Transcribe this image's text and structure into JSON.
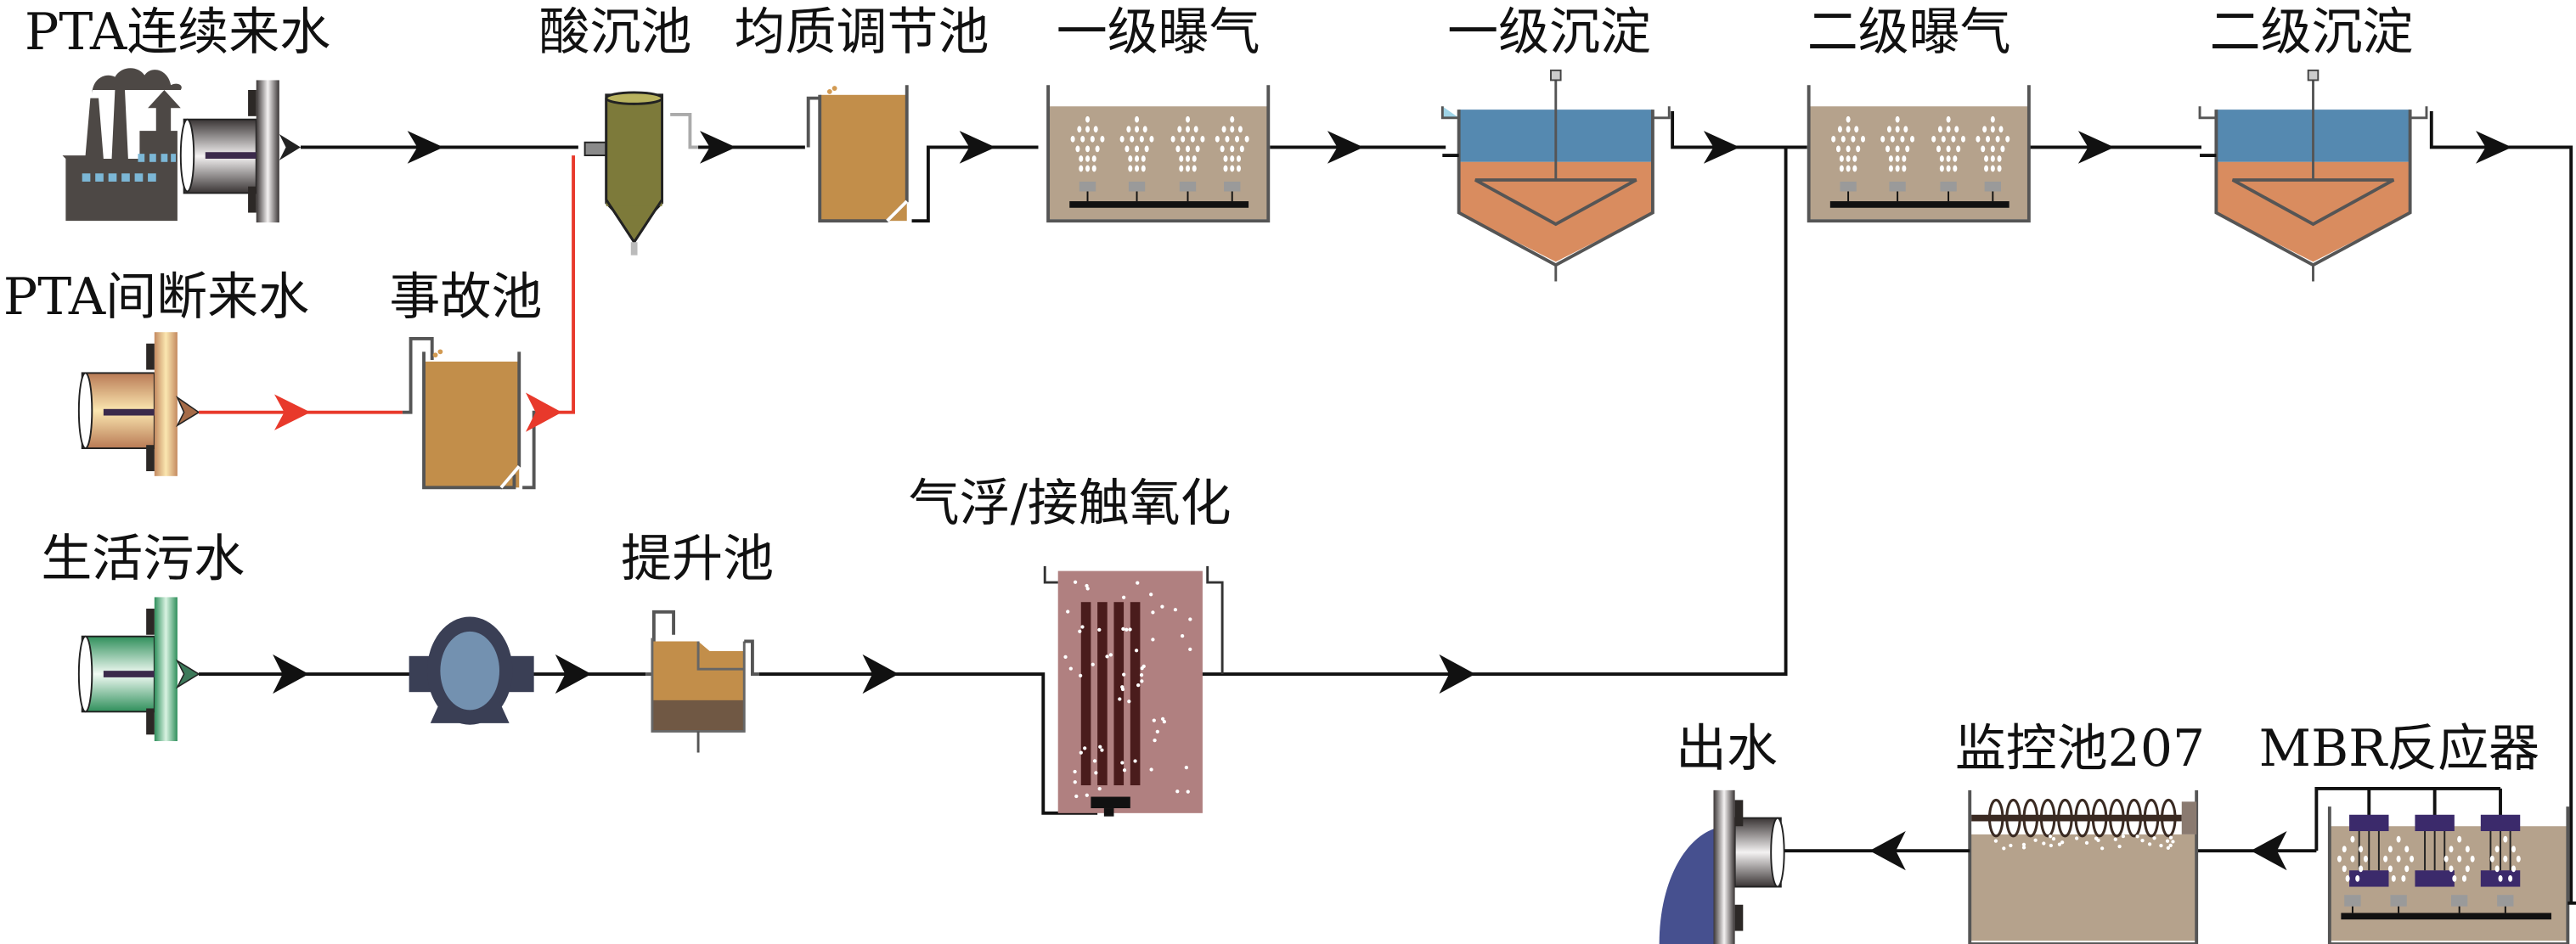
{
  "title": "PTA wastewater treatment process flow",
  "labels": {
    "pta_continuous": "PTA连续来水",
    "acid_settling": "酸沉池",
    "equalization": "均质调节池",
    "aeration_1": "一级曝气",
    "settling_1": "一级沉淀",
    "aeration_2": "二级曝气",
    "settling_2": "二级沉淀",
    "pta_intermittent": "PTA间断来水",
    "accident_pool": "事故池",
    "domestic_sewage": "生活污水",
    "lift_pool": "提升池",
    "flotation_contact_oxidation": "气浮/接触氧化",
    "effluent": "出水",
    "monitoring_pool": "监控池207",
    "mbr_reactor": "MBR反应器"
  },
  "flows": [
    {
      "from": "PTA连续来水",
      "to": "酸沉池",
      "color": "black"
    },
    {
      "from": "PTA间断来水",
      "to": "事故池",
      "color": "red"
    },
    {
      "from": "事故池",
      "to": "酸沉池",
      "color": "red"
    },
    {
      "from": "酸沉池",
      "to": "均质调节池",
      "color": "black"
    },
    {
      "from": "均质调节池",
      "to": "一级曝气",
      "color": "black"
    },
    {
      "from": "一级曝气",
      "to": "一级沉淀",
      "color": "black"
    },
    {
      "from": "一级沉淀",
      "to": "二级曝气",
      "color": "black"
    },
    {
      "from": "生活污水",
      "to": "提升池",
      "color": "black",
      "via": "pump"
    },
    {
      "from": "提升池",
      "to": "气浮/接触氧化",
      "color": "black"
    },
    {
      "from": "气浮/接触氧化",
      "to": "二级曝气",
      "color": "black"
    },
    {
      "from": "二级曝气",
      "to": "二级沉淀",
      "color": "black"
    },
    {
      "from": "二级沉淀",
      "to": "MBR反应器",
      "color": "black"
    },
    {
      "from": "MBR反应器",
      "to": "监控池207",
      "color": "black"
    },
    {
      "from": "监控池207",
      "to": "出水",
      "color": "black"
    }
  ],
  "colors": {
    "main_flow": "#111111",
    "accident_flow": "#e8392b",
    "aeration_liquid": "#b5a28c",
    "settler_water": "#5589b0",
    "settler_sludge": "#d98c5f",
    "equalization_liquid": "#c28e4a",
    "acid_tank": "#7d7a3a",
    "pump_body": "#3a3f55",
    "pump_window": "#7391b0",
    "contact_oxidation": "#b08080",
    "contact_media": "#4a1c1c",
    "effluent_pipe": "#46508f",
    "factory": "#4d4845",
    "domestic_pipe": "#3a9a68",
    "intermittent_pipe": "#c98a5e",
    "membrane": "#3b2a6b"
  }
}
